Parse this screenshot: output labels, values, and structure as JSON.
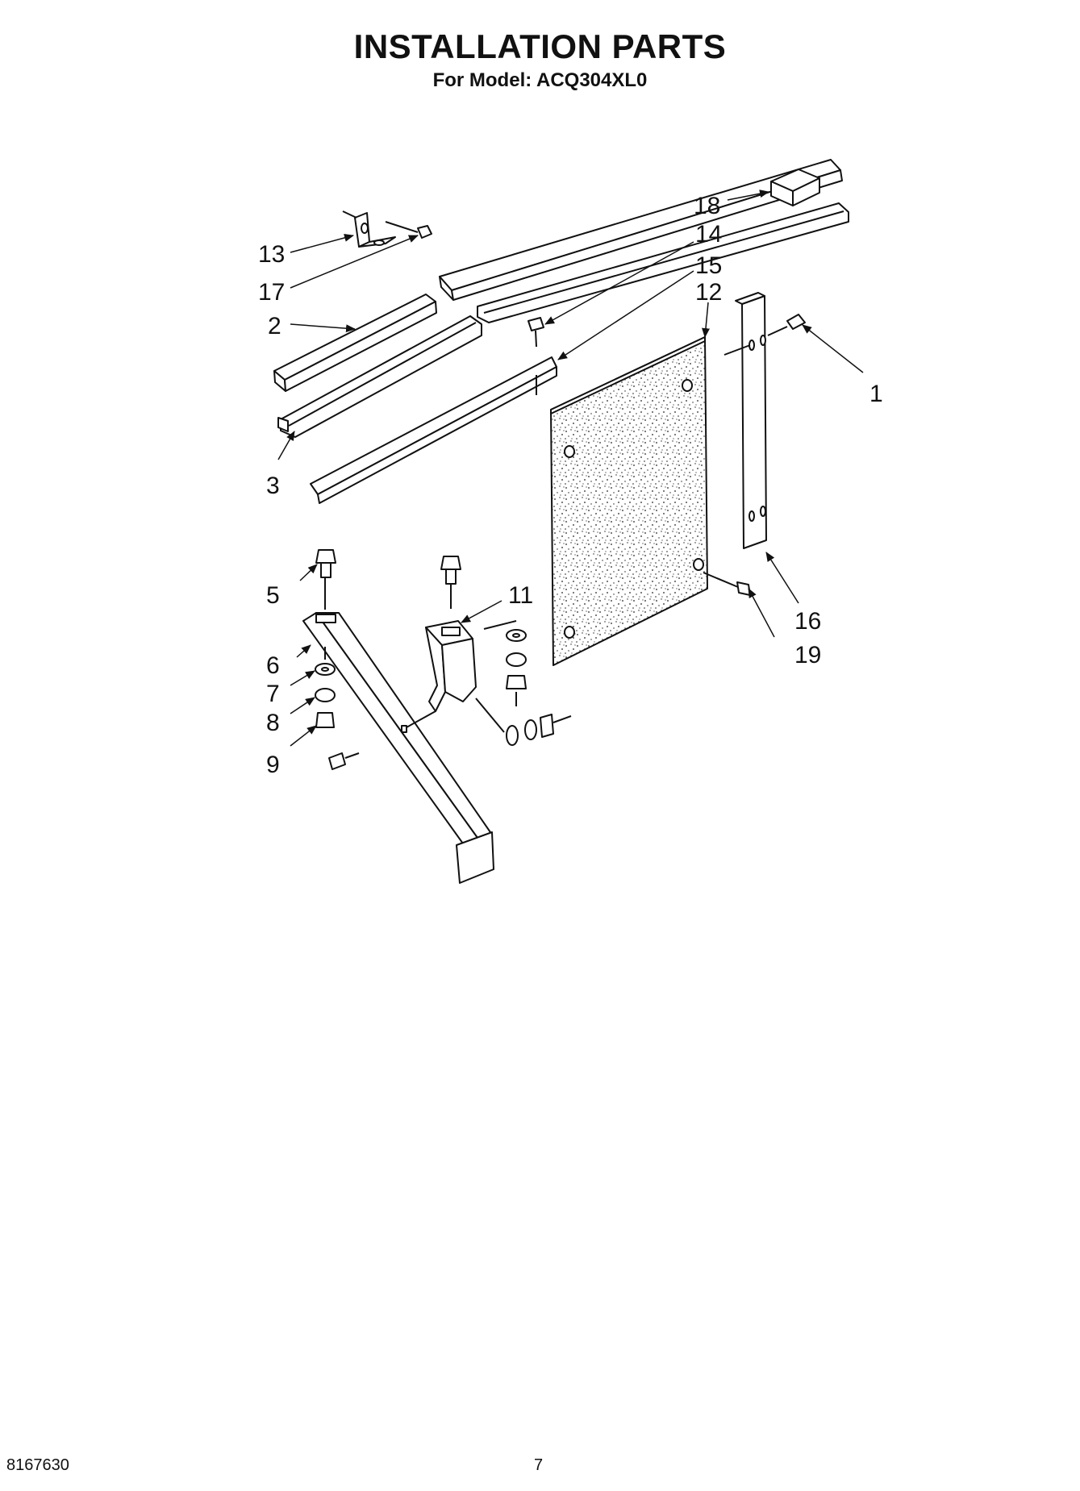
{
  "header": {
    "title": "INSTALLATION PARTS",
    "subtitle": "For Model: ACQ304XL0"
  },
  "callouts": [
    "1",
    "2",
    "3",
    "5",
    "6",
    "7",
    "8",
    "9",
    "11",
    "12",
    "13",
    "14",
    "15",
    "16",
    "17",
    "18",
    "19"
  ],
  "footer": {
    "doc_number": "8167630",
    "page_number": "7"
  }
}
